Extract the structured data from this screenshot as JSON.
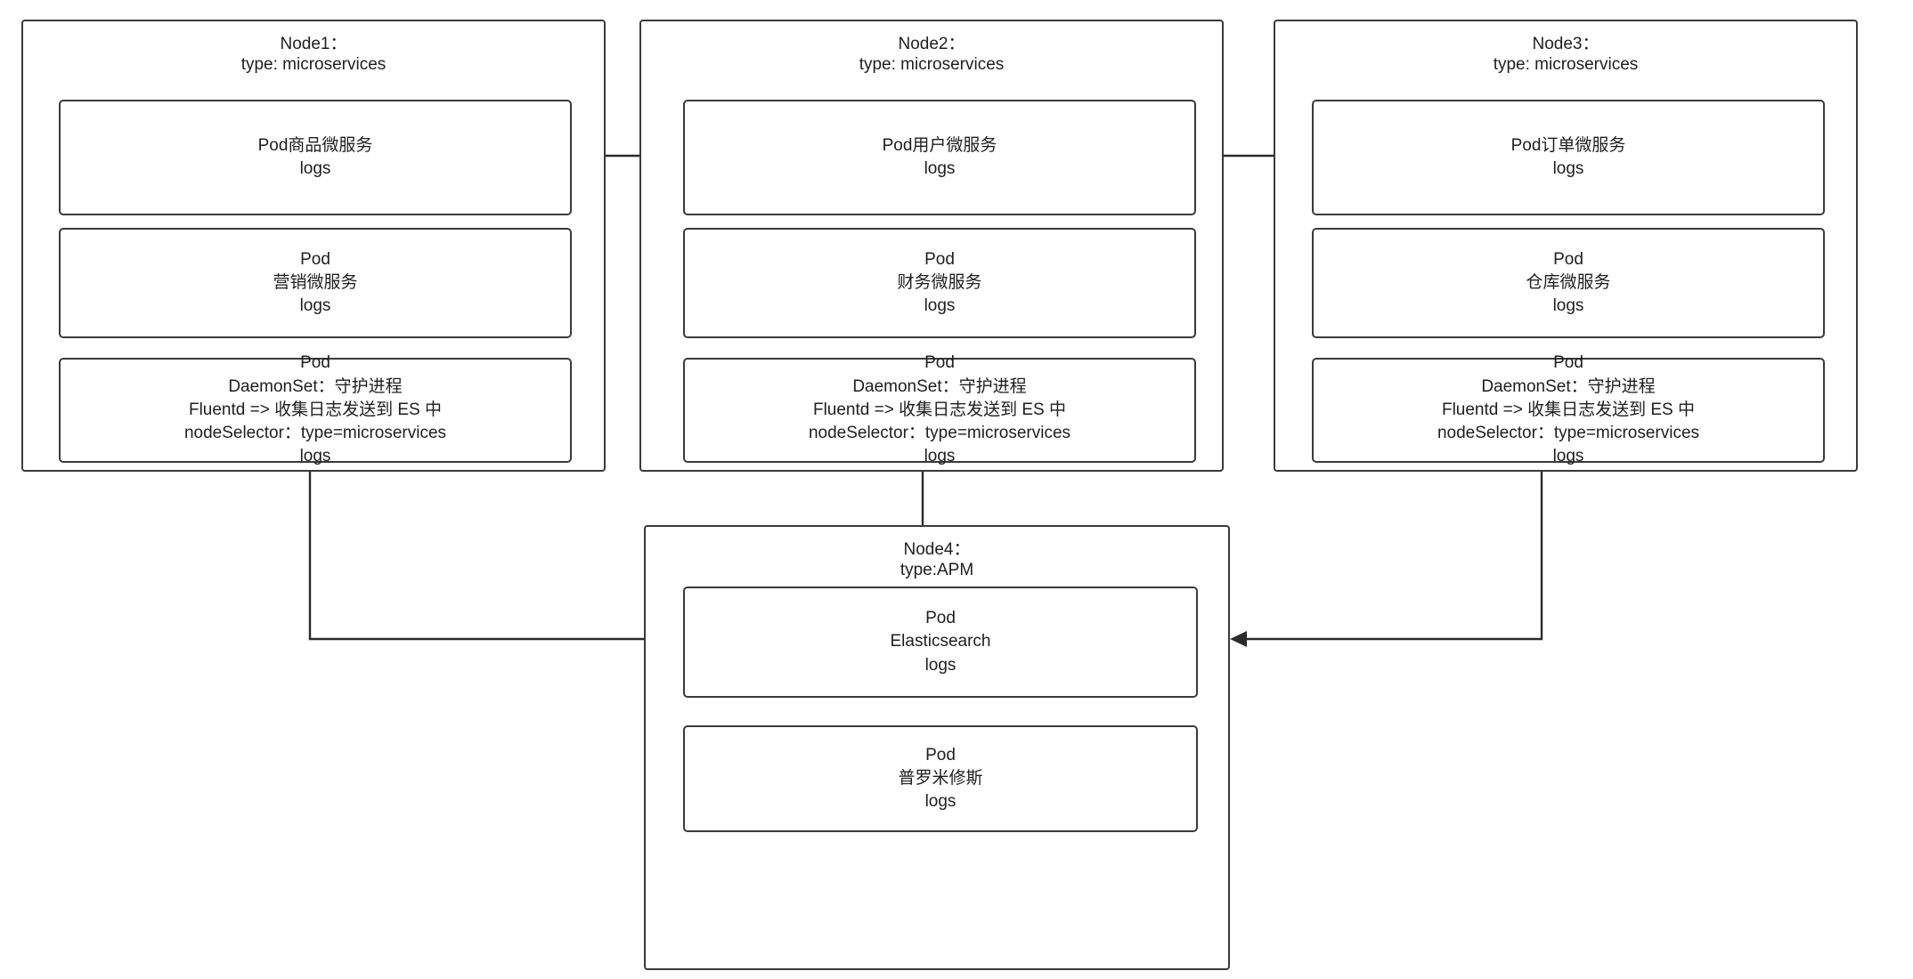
{
  "diagram": {
    "title_text": "Kubernetes multi-node logging architecture",
    "background_color": "#ffffff",
    "stroke_color": "#3a3a3a",
    "edge_color": "#2b2b2b"
  },
  "nodes": [
    {
      "id": "node1",
      "title": "Node1：\ntype: microservices",
      "pods": [
        {
          "id": "node1-pod-goods",
          "label": "Pod商品微服务\nlogs"
        },
        {
          "id": "node1-pod-marketing",
          "label": "Pod\n营销微服务\nlogs"
        },
        {
          "id": "node1-pod-daemonset",
          "label": "Pod\nDaemonSet：守护进程\nFluentd => 收集日志发送到 ES 中\nnodeSelector：type=microservices\nlogs"
        }
      ]
    },
    {
      "id": "node2",
      "title": "Node2：\ntype: microservices",
      "pods": [
        {
          "id": "node2-pod-user",
          "label": "Pod用户微服务\nlogs"
        },
        {
          "id": "node2-pod-finance",
          "label": "Pod\n财务微服务\nlogs"
        },
        {
          "id": "node2-pod-daemonset",
          "label": "Pod\nDaemonSet：守护进程\nFluentd => 收集日志发送到 ES 中\nnodeSelector：type=microservices\nlogs"
        }
      ]
    },
    {
      "id": "node3",
      "title": "Node3：\ntype: microservices",
      "pods": [
        {
          "id": "node3-pod-order",
          "label": "Pod订单微服务\nlogs"
        },
        {
          "id": "node3-pod-warehouse",
          "label": "Pod\n仓库微服务\nlogs"
        },
        {
          "id": "node3-pod-daemonset",
          "label": "Pod\nDaemonSet：守护进程\nFluentd => 收集日志发送到 ES 中\nnodeSelector：type=microservices\nlogs"
        }
      ]
    },
    {
      "id": "node4",
      "title": "Node4：\ntype:APM",
      "pods": [
        {
          "id": "node4-pod-elasticsearch",
          "label": "Pod\nElasticsearch\nlogs"
        },
        {
          "id": "node4-pod-prometheus",
          "label": "Pod\n普罗米修斯\nlogs"
        }
      ]
    }
  ],
  "edges": [
    {
      "id": "edge-goods-to-user",
      "from": "node1-pod-goods",
      "to": "node2-pod-user",
      "kind": "horizontal-arrow"
    },
    {
      "id": "edge-user-to-order",
      "from": "node2-pod-user",
      "to": "node3-pod-order",
      "kind": "horizontal-arrow"
    },
    {
      "id": "edge-order-to-warehouse",
      "from": "node3-pod-order",
      "to": "node3-pod-warehouse",
      "kind": "loop-back-arrow"
    },
    {
      "id": "edge-node1-daemonset-to-es",
      "from": "node1-pod-daemonset",
      "to": "node4-pod-elasticsearch",
      "kind": "elbow-arrow"
    },
    {
      "id": "edge-node2-daemonset-to-es",
      "from": "node2-pod-daemonset",
      "to": "node4-pod-elasticsearch",
      "kind": "vertical-arrow"
    },
    {
      "id": "edge-node3-daemonset-to-es",
      "from": "node3-pod-daemonset",
      "to": "node4-pod-elasticsearch",
      "kind": "elbow-arrow"
    }
  ]
}
